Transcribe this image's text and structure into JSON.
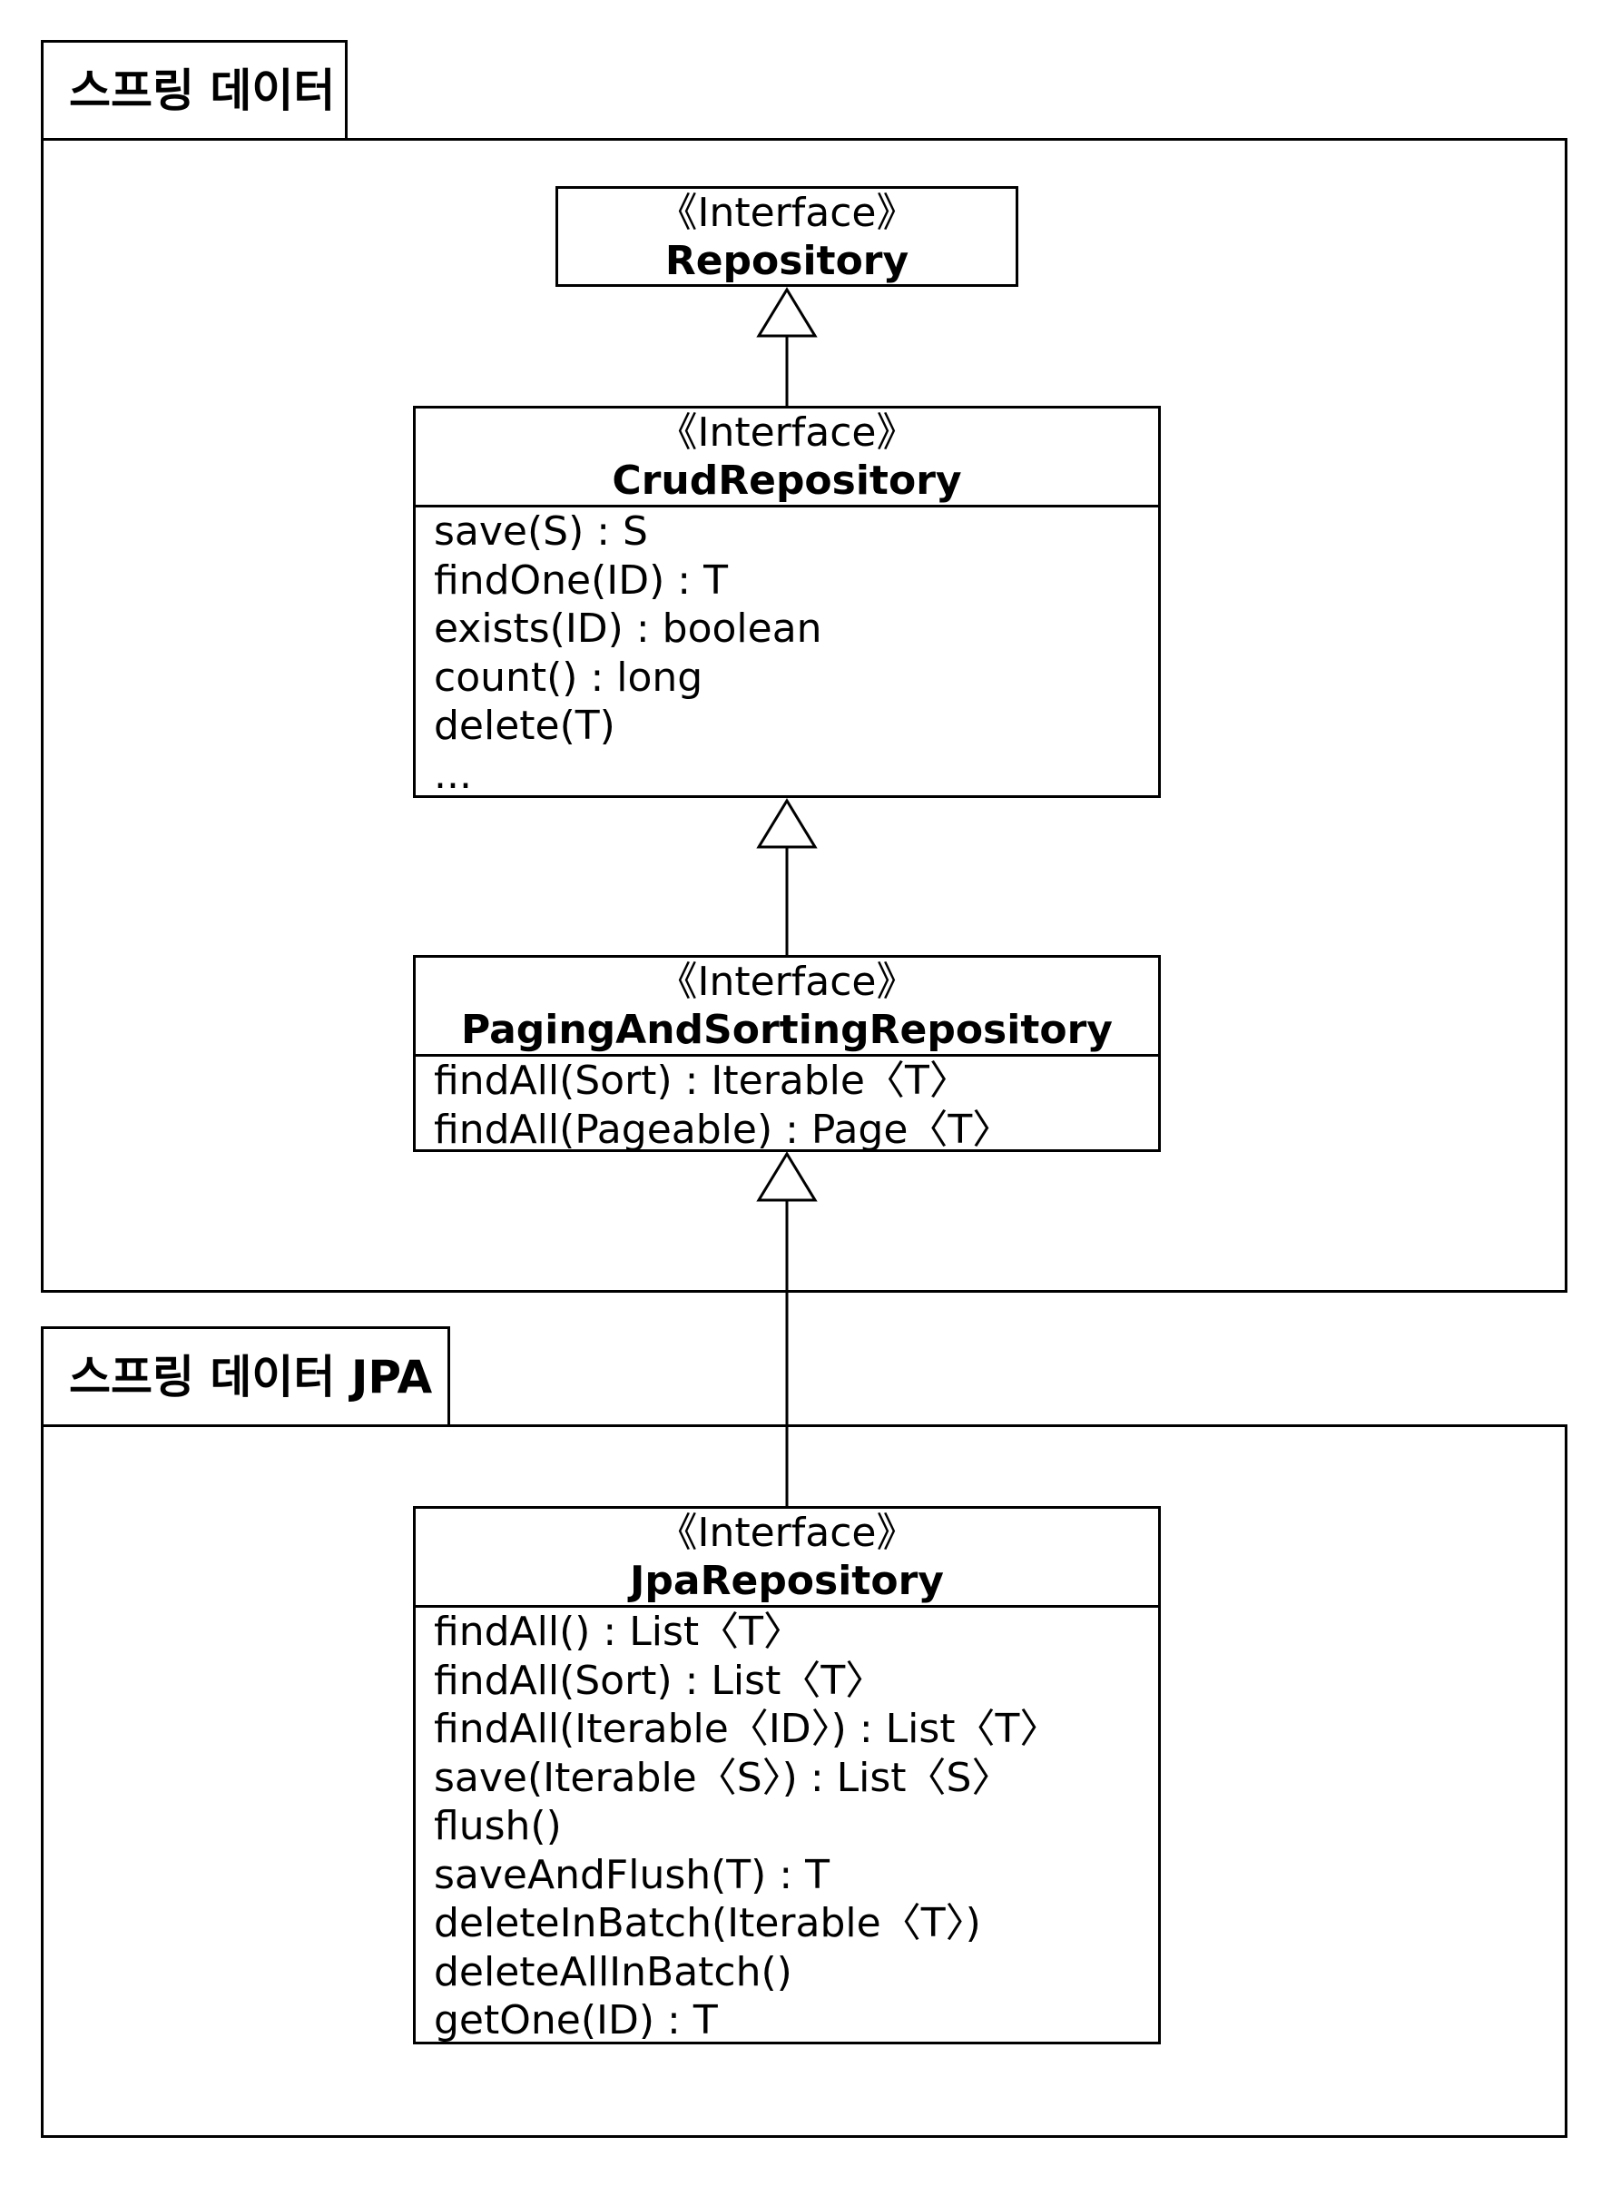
{
  "packages": {
    "spring_data": {
      "title": "스프링 데이터"
    },
    "spring_data_jpa": {
      "title": "스프링 데이터 JPA"
    }
  },
  "classes": {
    "repository": {
      "stereotype": "《Interface》",
      "name": "Repository",
      "operations": []
    },
    "crud_repository": {
      "stereotype": "《Interface》",
      "name": "CrudRepository",
      "operations": [
        "save(S) : S",
        "findOne(ID) : T",
        "exists(ID) : boolean",
        "count() : long",
        "delete(T)",
        "..."
      ]
    },
    "paging_and_sorting_repository": {
      "stereotype": "《Interface》",
      "name": "PagingAndSortingRepository",
      "operations": [
        "findAll(Sort) : Iterable〈T〉",
        "findAll(Pageable) : Page〈T〉"
      ]
    },
    "jpa_repository": {
      "stereotype": "《Interface》",
      "name": "JpaRepository",
      "operations": [
        "findAll() : List〈T〉",
        "findAll(Sort) : List〈T〉",
        "findAll(Iterable〈ID〉) : List〈T〉",
        "save(Iterable〈S〉) : List〈S〉",
        "flush()",
        "saveAndFlush(T) : T",
        "deleteInBatch(Iterable〈T〉)",
        "deleteAllInBatch()",
        "getOne(ID) : T"
      ]
    }
  },
  "relations": [
    {
      "type": "generalization",
      "from": "CrudRepository",
      "to": "Repository"
    },
    {
      "type": "generalization",
      "from": "PagingAndSortingRepository",
      "to": "CrudRepository"
    },
    {
      "type": "generalization",
      "from": "JpaRepository",
      "to": "PagingAndSortingRepository"
    }
  ]
}
